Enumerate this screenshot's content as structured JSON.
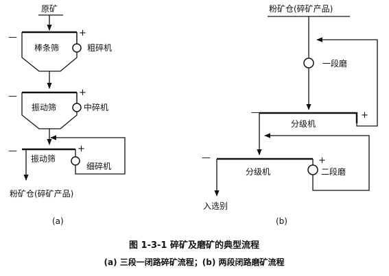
{
  "panel_a": {
    "feed_label": "原矿",
    "coarse_screen": "棒条筛",
    "coarse_crusher": "粗碎机",
    "vibrating_screen_1": "振动筛",
    "medium_crusher": "中碎机",
    "vibrating_screen_2": "振动筛",
    "fine_crusher": "细碎机",
    "product_label": "粉矿仓(碎矿产品)",
    "caption": "(a)"
  },
  "panel_b": {
    "feed_label": "粉矿仓(碎矿产品)",
    "primary_mill": "一段磨",
    "classifier_1": "分级机",
    "classifier_2": "分级机",
    "secondary_mill": "二段磨",
    "output_label": "入选别",
    "caption": "(b)"
  },
  "signs": {
    "minus": "—",
    "plus": "+"
  },
  "figure": {
    "title": "图 1-3-1    碎矿及磨矿的典型流程",
    "subtitle": "(a) 三段一闭路碎矿流程；(b) 两段闭路磨矿流程"
  }
}
